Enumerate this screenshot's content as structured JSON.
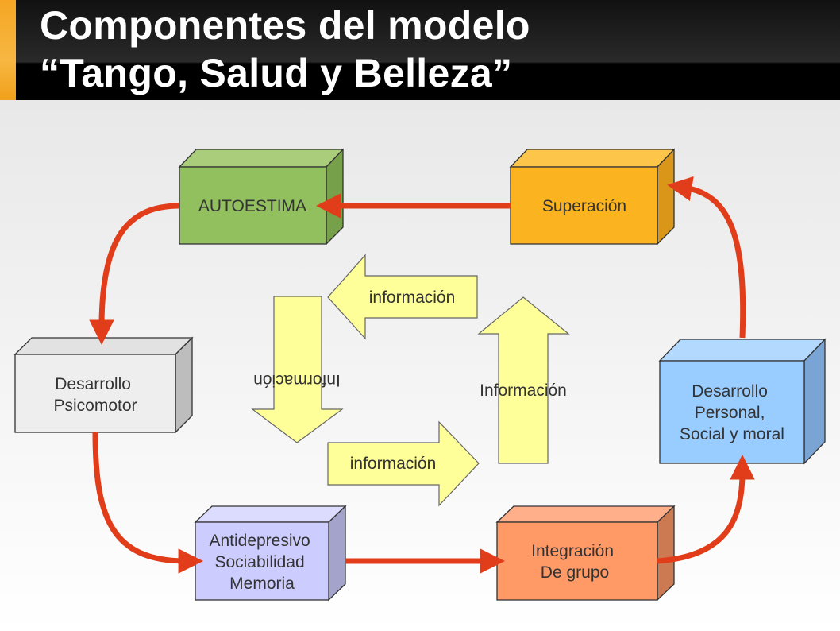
{
  "title": {
    "line1": "Componentes del modelo",
    "line2": "“Tango, Salud y Belleza”"
  },
  "nodes": {
    "autoestima": "AUTOESTIMA",
    "superacion": "Superación",
    "psicomotor": [
      "Desarrollo",
      "Psicomotor"
    ],
    "personal": [
      "Desarrollo",
      "Personal,",
      "Social y moral"
    ],
    "antidepresivo": [
      "Antidepresivo",
      "Sociabilidad",
      "Memoria"
    ],
    "integracion": [
      "Integración",
      "De grupo"
    ]
  },
  "info_arrows": {
    "left": "información",
    "down": "Información",
    "right": "información",
    "up": "Información"
  },
  "colors": {
    "arrow": "#e23d1a",
    "info_fill": "#ffff99",
    "accent": "#f5a623"
  }
}
